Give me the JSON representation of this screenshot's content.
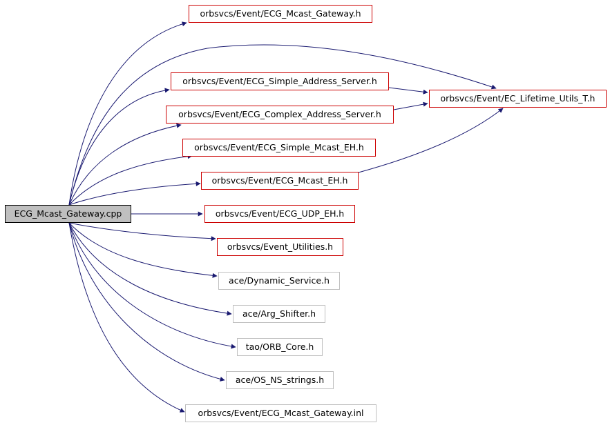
{
  "root": {
    "label": "ECG_Mcast_Gateway.cpp"
  },
  "nodes": [
    {
      "id": "mcast_gateway_h",
      "label": "orbsvcs/Event/ECG_Mcast_Gateway.h",
      "style": "red"
    },
    {
      "id": "simple_addr",
      "label": "orbsvcs/Event/ECG_Simple_Address_Server.h",
      "style": "red"
    },
    {
      "id": "complex_addr",
      "label": "orbsvcs/Event/ECG_Complex_Address_Server.h",
      "style": "red"
    },
    {
      "id": "simple_mcast_eh",
      "label": "orbsvcs/Event/ECG_Simple_Mcast_EH.h",
      "style": "red"
    },
    {
      "id": "mcast_eh",
      "label": "orbsvcs/Event/ECG_Mcast_EH.h",
      "style": "red"
    },
    {
      "id": "udp_eh",
      "label": "orbsvcs/Event/ECG_UDP_EH.h",
      "style": "red"
    },
    {
      "id": "event_utilities",
      "label": "orbsvcs/Event_Utilities.h",
      "style": "red"
    },
    {
      "id": "dynamic_service",
      "label": "ace/Dynamic_Service.h",
      "style": "gray"
    },
    {
      "id": "arg_shifter",
      "label": "ace/Arg_Shifter.h",
      "style": "gray"
    },
    {
      "id": "orb_core",
      "label": "tao/ORB_Core.h",
      "style": "gray"
    },
    {
      "id": "os_ns_strings",
      "label": "ace/OS_NS_strings.h",
      "style": "gray"
    },
    {
      "id": "mcast_gateway_inl",
      "label": "orbsvcs/Event/ECG_Mcast_Gateway.inl",
      "style": "gray"
    },
    {
      "id": "lifetime_utils",
      "label": "orbsvcs/Event/EC_Lifetime_Utils_T.h",
      "style": "red"
    }
  ],
  "edges": [
    [
      "root",
      "mcast_gateway_h"
    ],
    [
      "root",
      "lifetime_utils"
    ],
    [
      "root",
      "simple_addr"
    ],
    [
      "root",
      "complex_addr"
    ],
    [
      "root",
      "simple_mcast_eh"
    ],
    [
      "root",
      "mcast_eh"
    ],
    [
      "root",
      "udp_eh"
    ],
    [
      "root",
      "event_utilities"
    ],
    [
      "root",
      "dynamic_service"
    ],
    [
      "root",
      "arg_shifter"
    ],
    [
      "root",
      "orb_core"
    ],
    [
      "root",
      "os_ns_strings"
    ],
    [
      "root",
      "mcast_gateway_inl"
    ],
    [
      "simple_addr",
      "lifetime_utils"
    ],
    [
      "complex_addr",
      "lifetime_utils"
    ],
    [
      "mcast_eh",
      "lifetime_utils"
    ]
  ],
  "colors": {
    "edge": "#191970",
    "red_border": "#cc0000",
    "gray_border": "#bfbfbf",
    "root_fill": "#bfbfbf"
  }
}
